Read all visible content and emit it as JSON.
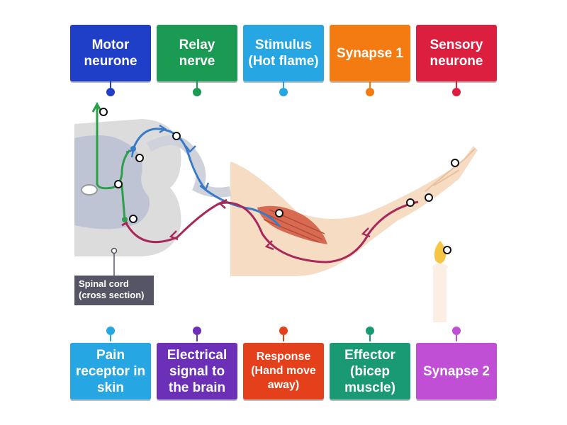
{
  "top_labels": [
    {
      "text": "Motor neurone",
      "color": "#1f3fc8"
    },
    {
      "text": "Relay nerve",
      "color": "#1a9a52"
    },
    {
      "text": "Stimulus (Hot flame)",
      "color": "#27a6e4"
    },
    {
      "text": "Synapse 1",
      "color": "#f47a12"
    },
    {
      "text": "Sensory neurone",
      "color": "#dc1f3f"
    }
  ],
  "bottom_labels": [
    {
      "text": "Pain receptor in skin",
      "color": "#27a6e4"
    },
    {
      "text": "Electrical signal to the brain",
      "color": "#6b2fb8"
    },
    {
      "text": "Response (Hand move away)",
      "color": "#e4401b"
    },
    {
      "text": "Effector (bicep muscle)",
      "color": "#1a9a74"
    },
    {
      "text": "Synapse 2",
      "color": "#c14fd6"
    }
  ],
  "spinal_caption": {
    "line1": "Spinal cord",
    "line2": "(cross section)"
  }
}
